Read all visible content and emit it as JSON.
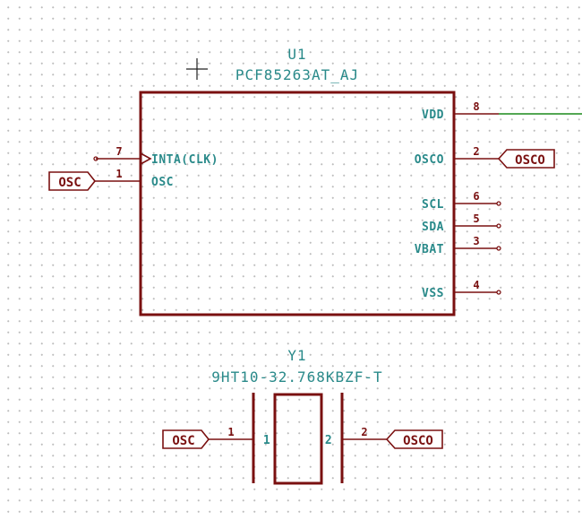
{
  "u1": {
    "reference": "U1",
    "value": "PCF85263AT_AJ",
    "pins": [
      {
        "number": "7",
        "name": "INTA(CLK)"
      },
      {
        "number": "1",
        "name": "OSC"
      },
      {
        "number": "8",
        "name": "VDD"
      },
      {
        "number": "2",
        "name": "OSCO"
      },
      {
        "number": "6",
        "name": "SCL"
      },
      {
        "number": "5",
        "name": "SDA"
      },
      {
        "number": "3",
        "name": "VBAT"
      },
      {
        "number": "4",
        "name": "VSS"
      }
    ]
  },
  "y1": {
    "reference": "Y1",
    "value": "9HT10-32.768KBZF-T",
    "pins": [
      {
        "number": "1",
        "name": "1"
      },
      {
        "number": "2",
        "name": "2"
      }
    ]
  },
  "net_labels": {
    "osc_u1": "OSC",
    "osco_u1": "OSCO",
    "osc_y1": "OSC",
    "osco_y1": "OSCO"
  },
  "colors": {
    "body": "#7a1010",
    "text": "#2a8a8a",
    "wire": "#1a8a1a"
  }
}
